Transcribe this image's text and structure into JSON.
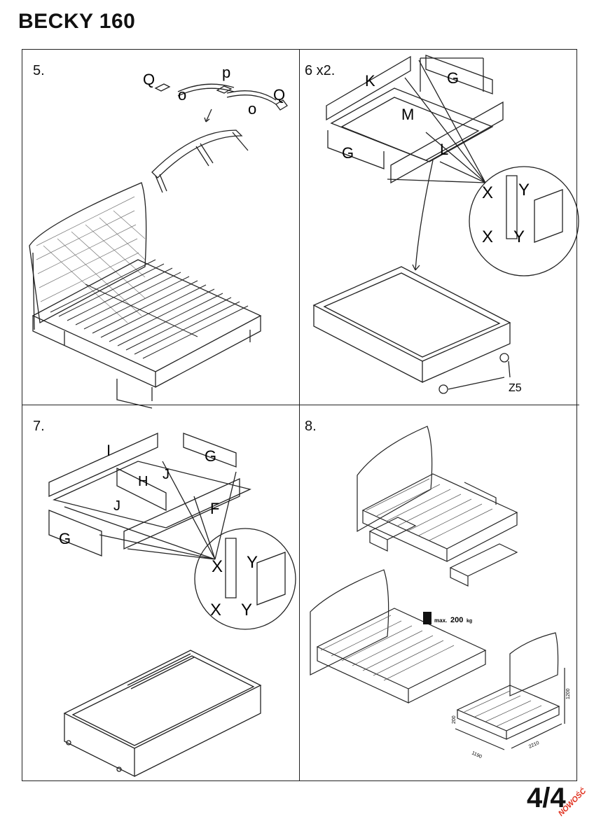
{
  "doc_title": "BECKY 160",
  "page_number": "4/4",
  "badge": "NOWOŚĆ",
  "steps": {
    "s5": {
      "label": "5.",
      "parts": {
        "q_left": "Q",
        "p": "p",
        "o_left": "o",
        "o_right": "o",
        "q_right": "Q"
      }
    },
    "s6": {
      "label": "6 x2.",
      "parts": {
        "k": "K",
        "g_top": "G",
        "m": "M",
        "g_left": "G",
        "l": "L",
        "x_top": "X",
        "y_top": "Y",
        "x_bottom": "X",
        "y_bottom": "Y",
        "z5": "Z5"
      }
    },
    "s7": {
      "label": "7.",
      "parts": {
        "i": "I",
        "g_top": "G",
        "h": "H",
        "j_top": "J",
        "j_bottom": "J",
        "f": "F",
        "g_left": "G",
        "x_top": "X",
        "y_top": "Y",
        "x_bottom": "X",
        "y_bottom": "Y"
      }
    },
    "s8": {
      "label": "8.",
      "max_prefix": "max.",
      "max_value": "200",
      "max_unit": "kg",
      "dims": {
        "height": "1200",
        "depth": "2210",
        "width": "1190",
        "base": "200"
      }
    }
  },
  "colors": {
    "line": "#222222",
    "badge": "#e0301e"
  }
}
